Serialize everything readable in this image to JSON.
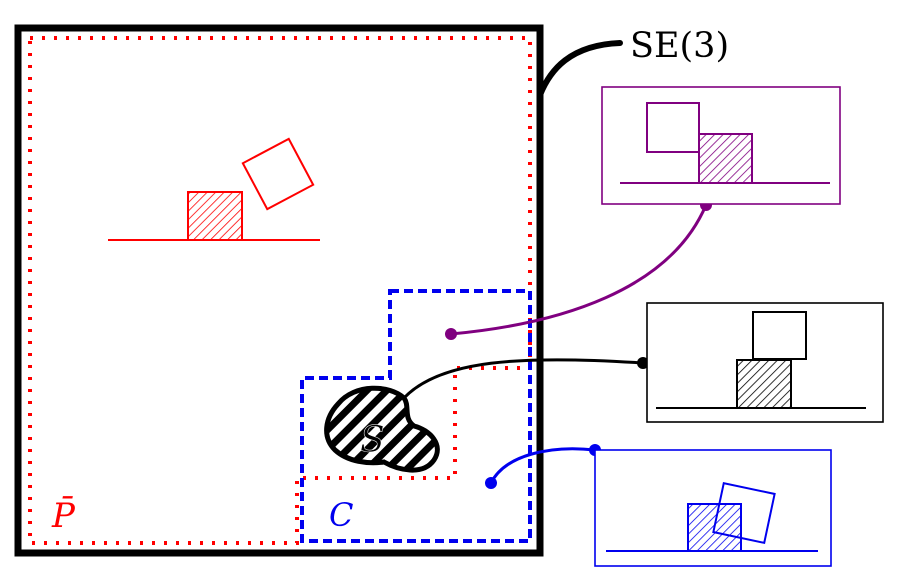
{
  "labels": {
    "se3": "SE(3)",
    "p_bar": "P̄",
    "c": "C",
    "s": "S"
  },
  "colors": {
    "red": "#ff0000",
    "blue": "#0000ee",
    "purple": "#800080",
    "black": "#000000"
  }
}
